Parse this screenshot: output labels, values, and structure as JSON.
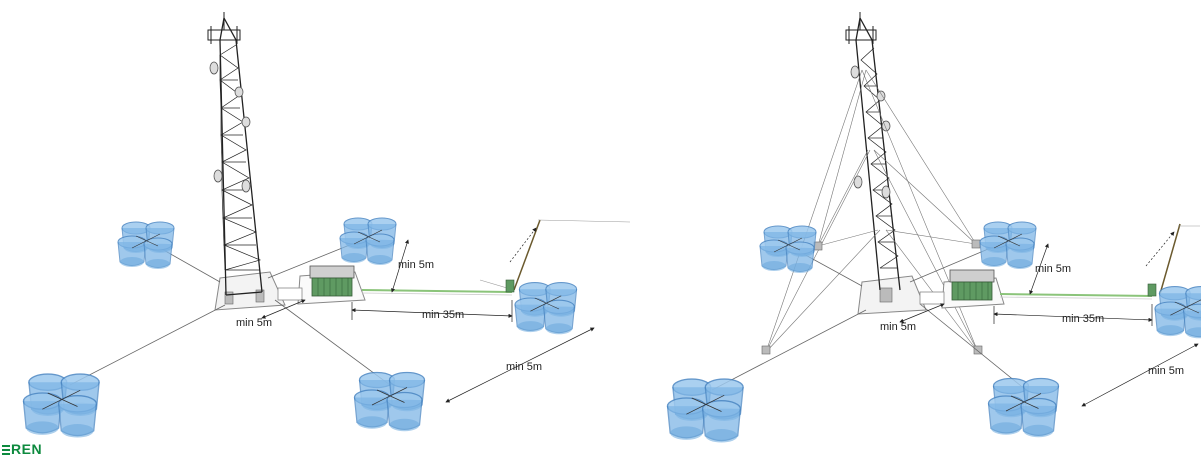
{
  "logo": {
    "text": "REN",
    "color": "#0d8a3e"
  },
  "colors": {
    "cone_fill": "#7fb6e6",
    "cone_stroke": "#4a86c2",
    "tower": "#222222",
    "cabinet_fill": "#5f9a62",
    "cable": "#8bc47a"
  },
  "panels": [
    {
      "name": "self-supporting-tower",
      "labels": {
        "min5_top": "min 5m",
        "min5_base": "min 5m",
        "min35": "min 35m",
        "min5_right": "min 5m"
      }
    },
    {
      "name": "guyed-tower",
      "labels": {
        "min5_top": "min 5m",
        "min5_base": "min 5m",
        "min35": "min 35m",
        "min5_right": "min 5m"
      }
    }
  ]
}
